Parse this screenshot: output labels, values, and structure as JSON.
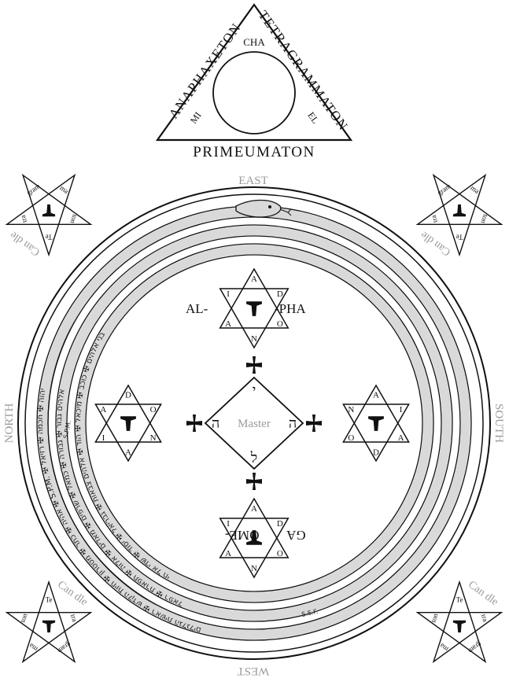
{
  "colors": {
    "ink": "#111111",
    "grey_label": "#9a9a9a",
    "snake_fill": "#d9d9d9",
    "background": "#ffffff"
  },
  "triangle": {
    "left_side": "ANAPHAXETON",
    "right_side": "TETRAGRAMMATON",
    "bottom": "PRIMEUMATON",
    "top_inner": "CHA",
    "left_inner": "MI",
    "right_inner": "EL"
  },
  "directions": {
    "east": "EAST",
    "west": "WEST",
    "north": "NORTH",
    "south": "SOUTH"
  },
  "center": {
    "master": "Master",
    "top_letter": "י",
    "bottom_letter": "ל",
    "left_letter": "ה",
    "right_letter": "ה"
  },
  "hexagram_top": {
    "left_label": "AL-",
    "right_label": "-PHA",
    "letters": [
      "A",
      "D",
      "O",
      "N",
      "A",
      "I"
    ]
  },
  "hexagram_bottom": {
    "left_label": "GA",
    "right_label": "OME-",
    "letters": [
      "N",
      "A",
      "I",
      "A",
      "D",
      "O"
    ]
  },
  "hexagram_left": {
    "letters": [
      "D",
      "O",
      "N",
      "A",
      "I",
      "A"
    ]
  },
  "hexagram_right": {
    "letters": [
      "A",
      "I",
      "A",
      "D",
      "O",
      "N"
    ]
  },
  "pentagrams": {
    "top_left": {
      "words": [
        "Te",
        "tra",
        "gram",
        "ma",
        "ton"
      ],
      "side": "Can dle"
    },
    "top_right": {
      "words": [
        "Te",
        "tra",
        "gram",
        "ma",
        "ton"
      ],
      "side": "Can dle"
    },
    "bottom_left": {
      "words": [
        "Te",
        "tra",
        "gram",
        "ma",
        "ton"
      ],
      "side": "Can dle"
    },
    "bottom_right": {
      "words": [
        "Te",
        "tra",
        "gram",
        "ma",
        "ton"
      ],
      "side": "Can dle"
    }
  },
  "snake": {
    "outer_band": "אהיה ✠ כתר ✠ מטטרון ✠ חיות הקדש ✠ ראשית הגלגלים ✠ S.P.M. ✠ יהוה ✠ חכמה ✠ רזיאל",
    "middle_band": "אלהים גבור ✠ גבורה ✠ כמאל ✠ שרפים ✠ מאדים ✠ אלוה ✠ תפארת ✠ רפאל",
    "inner_band": "בני אלהים ✠ כוכב ✠ מיכאל ✠ הוד ✠ אלהים צבאות ✠ גבריאל ✠ יסוד ✠ שדי אל חי",
    "initials_1": "S.S.F.",
    "initials_2": "S.P.M."
  }
}
